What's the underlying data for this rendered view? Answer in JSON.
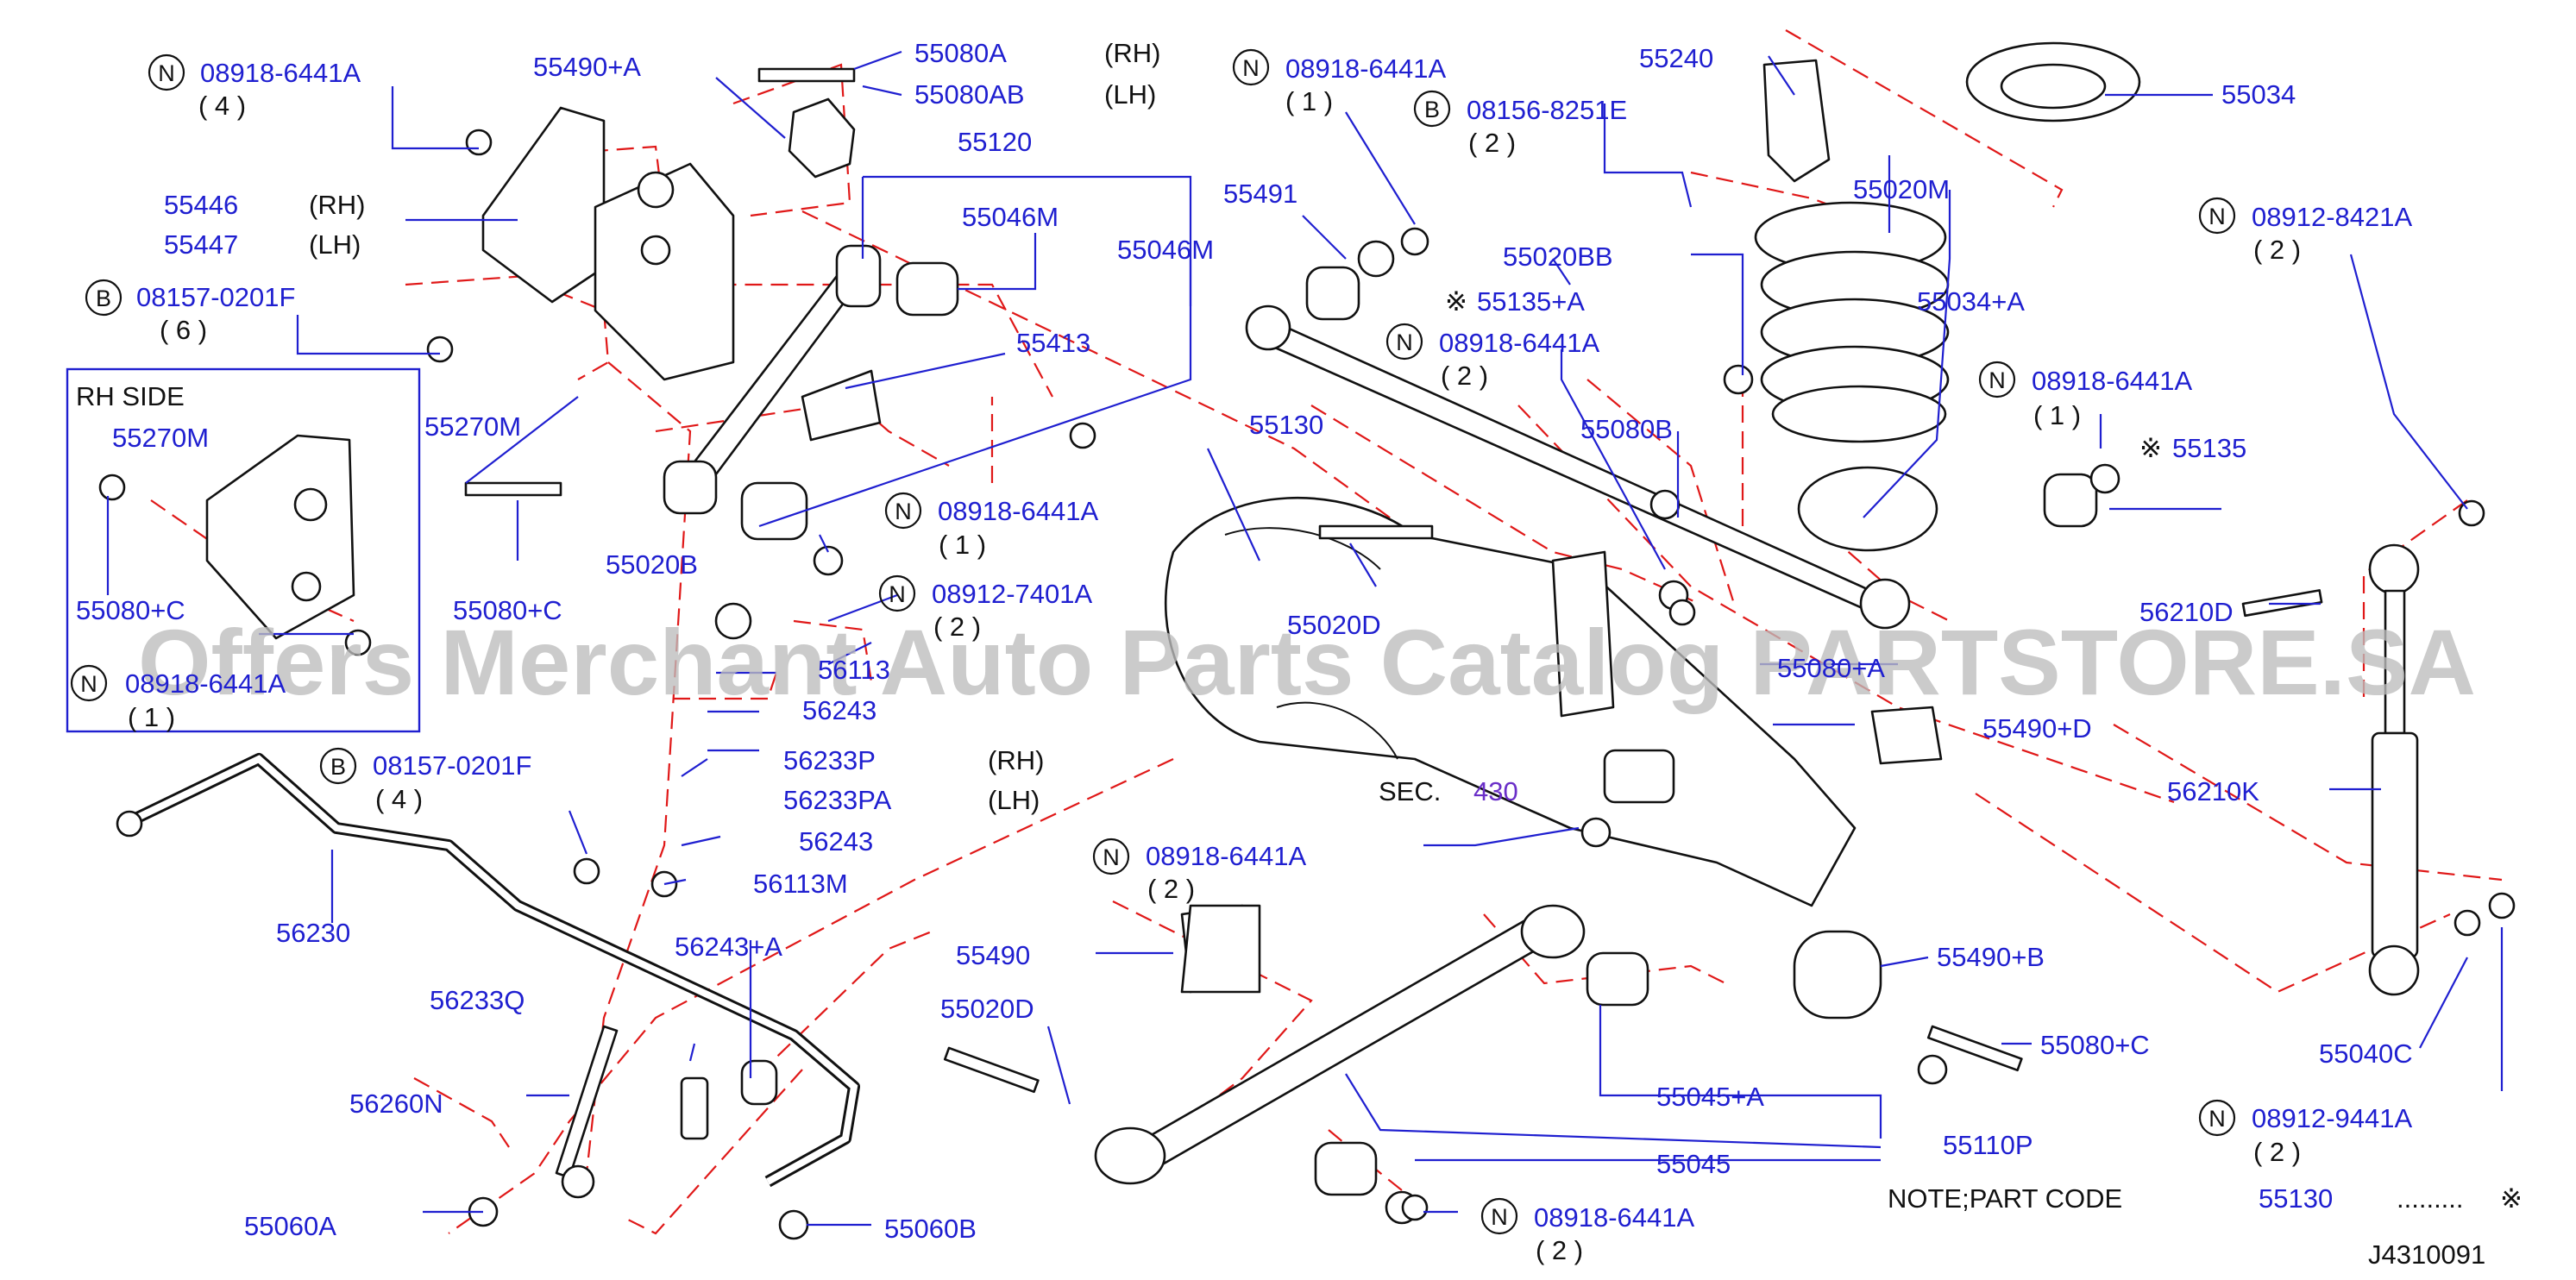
{
  "diagram_id": "J4310091",
  "watermark": "Offers Merchant Auto Parts Catalog PARTSTORE.SA",
  "inset_title": "RH   SIDE",
  "section": {
    "prefix": "SEC.",
    "number": "430"
  },
  "note": {
    "label": "NOTE;PART   CODE",
    "code": "55130",
    "dots": ".........",
    "mark": "※"
  },
  "markers": {
    "n": "N",
    "b": "B"
  },
  "side": {
    "rh": "(RH)",
    "lh": "(LH)"
  },
  "quantities": {
    "q1": "( 1 )",
    "q2": "( 2 )",
    "q4": "( 4 )",
    "q6": "( 6 )"
  },
  "mark": "※",
  "parts": {
    "p1": "08918-6441A",
    "p2": "55490+A",
    "p3": "55080A",
    "p4": "55080AB",
    "p5": "55120",
    "p6": "55046M",
    "p7": "55046M",
    "p8": "55446",
    "p9": "55447",
    "p10": "08157-0201F",
    "p11": "55413",
    "p12": "55270M",
    "p13": "55080+C",
    "p14": "55020B",
    "p15": "08918-6441A",
    "p16": "08912-7401A",
    "p17": "56113",
    "p18": "56243",
    "p19": "56233P",
    "p20": "56233PA",
    "p21": "56243",
    "p22": "56113M",
    "p23": "08157-0201F",
    "p24": "56230",
    "p25": "56243+A",
    "p26": "56233Q",
    "p27": "56260N",
    "p28": "55060A",
    "p29": "55060B",
    "p30": "55270M",
    "p31": "55080+C",
    "p32": "08918-6441A",
    "p33": "08918-6441A",
    "p34": "08156-8251E",
    "p35": "55240",
    "p36": "55034",
    "p37": "55491",
    "p38": "55020M",
    "p39": "55020BB",
    "p40": "55135+A",
    "p41": "55034+A",
    "p42": "08918-6441A",
    "p43": "55130",
    "p44": "55080B",
    "p45": "08918-6441A",
    "p46": "55135",
    "p47": "08912-8421A",
    "p48": "55020D",
    "p49": "55080+A",
    "p50": "55490+D",
    "p51": "56210D",
    "p52": "56210K",
    "p53": "08918-6441A",
    "p54": "55490",
    "p55": "55020D",
    "p56": "55490+B",
    "p57": "55080+C",
    "p58": "55045+A",
    "p59": "55045",
    "p60": "55110P",
    "p61": "55040C",
    "p62": "08912-9441A",
    "p63": "08918-6441A"
  }
}
